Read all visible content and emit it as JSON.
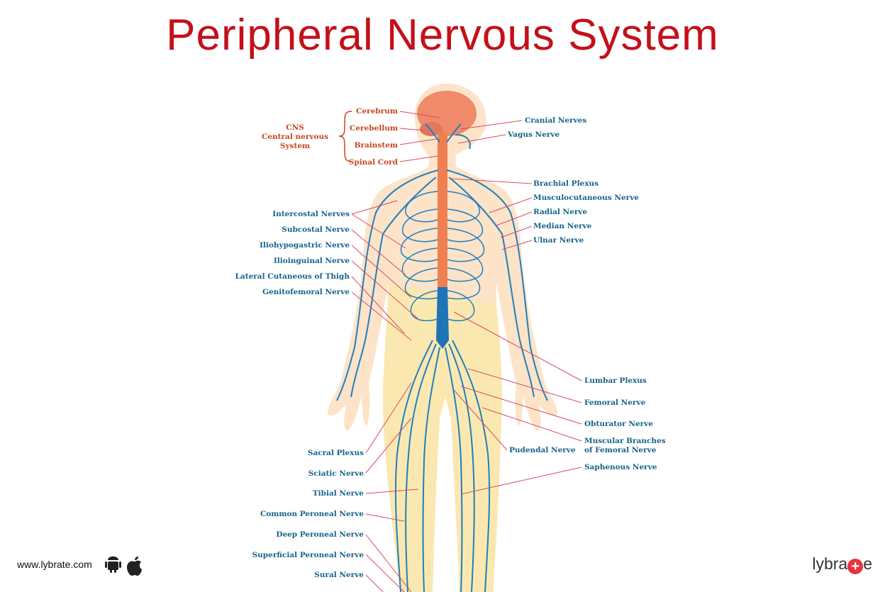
{
  "title": "Peripheral Nervous System",
  "cns": {
    "group_label": [
      "CNS",
      "Central nervous",
      "System"
    ],
    "parts": [
      "Cerebrum",
      "Cerebellum",
      "Brainstem",
      "Spinal Cord"
    ]
  },
  "labels_right_upper": [
    "Cranial Nerves",
    "Vagus Nerve",
    "Brachial Plexus",
    "Musculocutaneous Nerve",
    "Radial Nerve",
    "Median Nerve",
    "Ulnar Nerve"
  ],
  "labels_left_mid": [
    "Intercostal Nerves",
    "Subcostal Nerve",
    "Iliohypogastric Nerve",
    "Ilioinguinal Nerve",
    "Lateral Cutaneous of Thigh",
    "Genitofemoral Nerve"
  ],
  "labels_right_lower": [
    "Lumbar Plexus",
    "Femoral Nerve",
    "Obturator Nerve",
    "Muscular Branches",
    "of Femoral Nerve",
    "Pudendal Nerve",
    "Saphenous Nerve"
  ],
  "labels_left_lower": [
    "Sacral Plexus",
    "Sciatic Nerve",
    "Tibial Nerve",
    "Common Peroneal Nerve",
    "Deep Peroneal Nerve",
    "Superficial Peroneal Nerve",
    "Sural Nerve"
  ],
  "footer": {
    "url": "www.lybrate.com",
    "android_icon": "android-icon",
    "apple_icon": "apple-icon"
  },
  "logo": {
    "text_before": "lybra",
    "symbol": "+",
    "text_after": "e"
  },
  "colors": {
    "title": "#c4101a",
    "cns_label": "#c8461e",
    "nerve_label": "#17638a",
    "nerve": "#1f7fbf",
    "leader": "#d84a66",
    "skin": "#fde0c0",
    "leg": "#fbe6a8",
    "cord": "#f08050",
    "brain": "#ef8a6a"
  }
}
